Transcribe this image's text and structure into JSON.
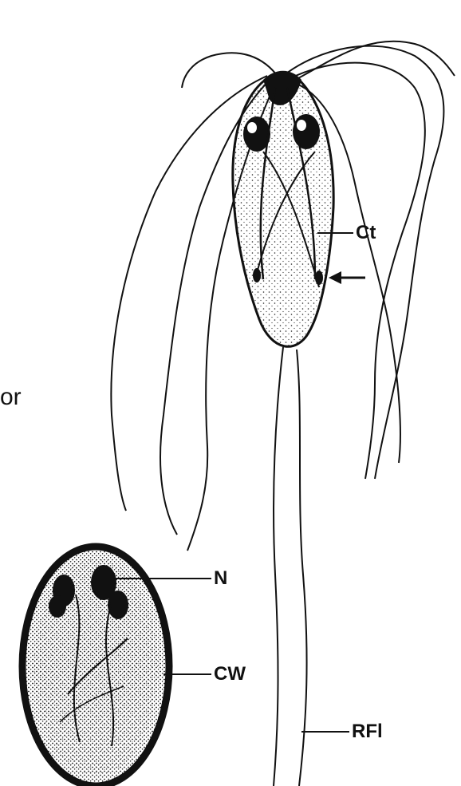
{
  "labels": {
    "ct": "Ct",
    "n": "N",
    "cw": "CW",
    "rfl": "RFl"
  },
  "side_text": "or",
  "colors": {
    "ink": "#111111",
    "background": "#ffffff"
  }
}
